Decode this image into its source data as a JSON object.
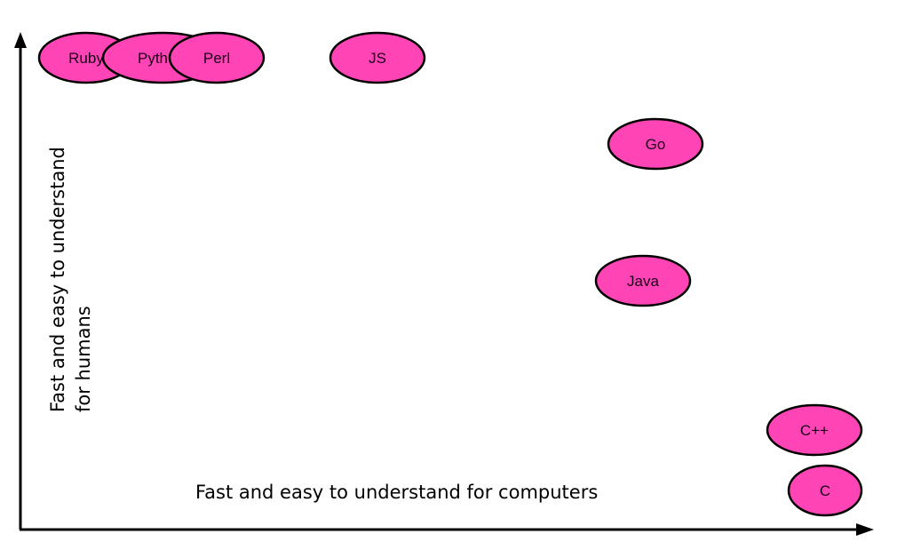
{
  "diagram": {
    "x_axis_label": "Fast and easy to understand for computers",
    "y_axis_label_lines": [
      "Fast and easy to understand",
      "for humans"
    ],
    "node_color": "#ff45b5",
    "node_stroke": "#000000",
    "languages": [
      {
        "id": "ruby",
        "label": "Ruby"
      },
      {
        "id": "python",
        "label": "Pyth"
      },
      {
        "id": "perl",
        "label": "Perl"
      },
      {
        "id": "js",
        "label": "JS"
      },
      {
        "id": "go",
        "label": "Go"
      },
      {
        "id": "java",
        "label": "Java"
      },
      {
        "id": "cpp",
        "label": "C++"
      },
      {
        "id": "c",
        "label": "C"
      }
    ]
  }
}
